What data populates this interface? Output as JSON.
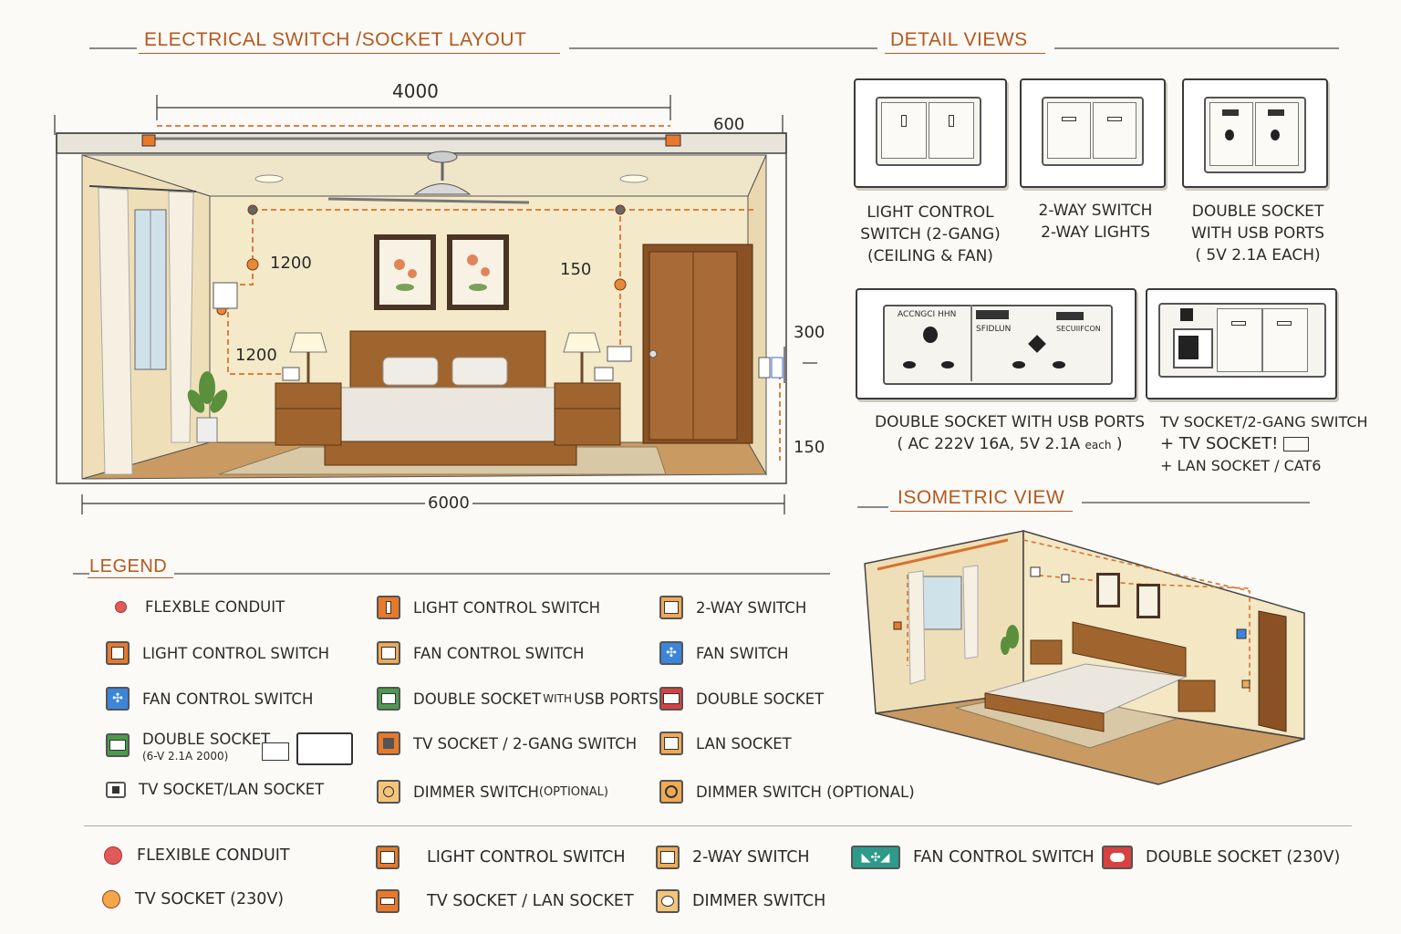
{
  "titles": {
    "main": "ELECTRICAL SWITCH /SOCKET LAYOUT",
    "detail": "DETAIL VIEWS",
    "iso": "ISOMETRIC VIEW",
    "legend": "LEGEND"
  },
  "dimensions": {
    "top_width": "4000",
    "top_right": "600",
    "left_switch_high": "1200",
    "left_switch_low": "1200",
    "right_switch": "150",
    "right_side_high": "300",
    "right_side_low": "150",
    "bottom_width": "6000"
  },
  "details": [
    {
      "l1": "LIGHT CONTROL",
      "l2": "SWITCH (2-GANG)",
      "l3": "(CEILING & FAN)"
    },
    {
      "l1": "2-WAY SWITCH",
      "l2": "2-WAY LIGHTS",
      "l3": ""
    },
    {
      "l1": "DOUBLE SOCKET",
      "l2": "WITH USB PORTS",
      "l3": "( 5V 2.1A EACH)"
    }
  ],
  "detail_wide": {
    "caption_l1": "DOUBLE SOCKET WITH USB PORTS",
    "caption_l2": "( AC 222V 16A, 5V  2.1A ",
    "caption_l2_small": "each",
    "caption_l2_end": " )",
    "panel_text_a": "ACCNGCI HHN",
    "panel_text_b": "SFIDLUN",
    "panel_text_c": "SECUIIFCON"
  },
  "detail_tv": {
    "l1": "TV SOCKET/2-GANG SWITCH",
    "l2": "+ TV SOCKET!",
    "l3": "+ LAN SOCKET / CAT6"
  },
  "legend_rows": [
    [
      {
        "icon": "conduit-dot",
        "label": "FLEXBLE CONDUIT"
      },
      {
        "icon": "light-switch-icon",
        "label": "LIGHT CONTROL SWITCH",
        "color": "#e8792a"
      },
      {
        "icon": "two-way-switch-icon",
        "label": "2-WAY SWITCH",
        "color": "#f0a955"
      }
    ],
    [
      {
        "icon": "light-switch-icon",
        "label": "LIGHT CONTROL SWITCH",
        "color": "#e8792a"
      },
      {
        "icon": "fan-switch-icon",
        "label": "FAN CONTROL SWITCH",
        "color": "#f0a955"
      },
      {
        "icon": "fan-icon",
        "label": "FAN SWITCH",
        "color": "#3b86d9"
      }
    ],
    [
      {
        "icon": "fan-icon",
        "label": "FAN CONTROL SWITCH",
        "color": "#3b86d9"
      },
      {
        "icon": "usb-socket-icon",
        "label": "DOUBLE SOCKET ",
        "label_small": "WITH",
        "label_end": " USB PORTS",
        "color": "#4c9a4c"
      },
      {
        "icon": "double-socket-icon",
        "label": "DOUBLE SOCKET",
        "color": "#d94040"
      }
    ],
    [
      {
        "icon": "double-socket-green-icon",
        "label": "DOUBLE SOCKET",
        "sub": "(6-V  2.1A  2000)",
        "color": "#4c9a4c"
      },
      {
        "icon": "tv-switch-icon",
        "label": "TV SOCKET / 2-GANG SWITCH",
        "color": "#e8792a"
      },
      {
        "icon": "lan-socket-icon",
        "label": "LAN SOCKET",
        "color": "#f0a955"
      }
    ],
    [
      {
        "icon": "tv-lan-icon",
        "label": "TV SOCKET/LAN SOCKET"
      },
      {
        "icon": "dimmer-icon",
        "label": "DIMMER SWITCH ",
        "label_small": "(OPTIONAL)",
        "color": "#f3c57a"
      },
      {
        "icon": "dimmer-icon",
        "label": "DIMMER SWITCH (OPTIONAL)",
        "color": "#f0a955"
      }
    ]
  ],
  "bottom_legend": [
    [
      {
        "label": "FLEXIBLE CONDUIT",
        "color": "#e05a5a"
      },
      {
        "label": "LIGHT CONTROL SWITCH",
        "color": "#e8792a"
      },
      {
        "label": "2-WAY SWITCH",
        "color": "#f0a955"
      },
      {
        "label": "FAN CONTROL SWITCH",
        "color": "#2d9a8a"
      },
      {
        "label": "DOUBLE SOCKET (230V)",
        "color": "#d94040"
      }
    ],
    [
      {
        "label": "TV SOCKET (230V)",
        "color": "#f5a54a"
      },
      {
        "label": "TV SOCKET / LAN SOCKET",
        "color": "#e8792a"
      },
      {
        "label": "DIMMER SWITCH",
        "color": "#f3c57a"
      }
    ]
  ],
  "colors": {
    "accent": "#b5581e",
    "conduit": "#d9722e",
    "wall": "#f3e7c4",
    "floor": "#c99a62",
    "wood": "#a0642e"
  }
}
